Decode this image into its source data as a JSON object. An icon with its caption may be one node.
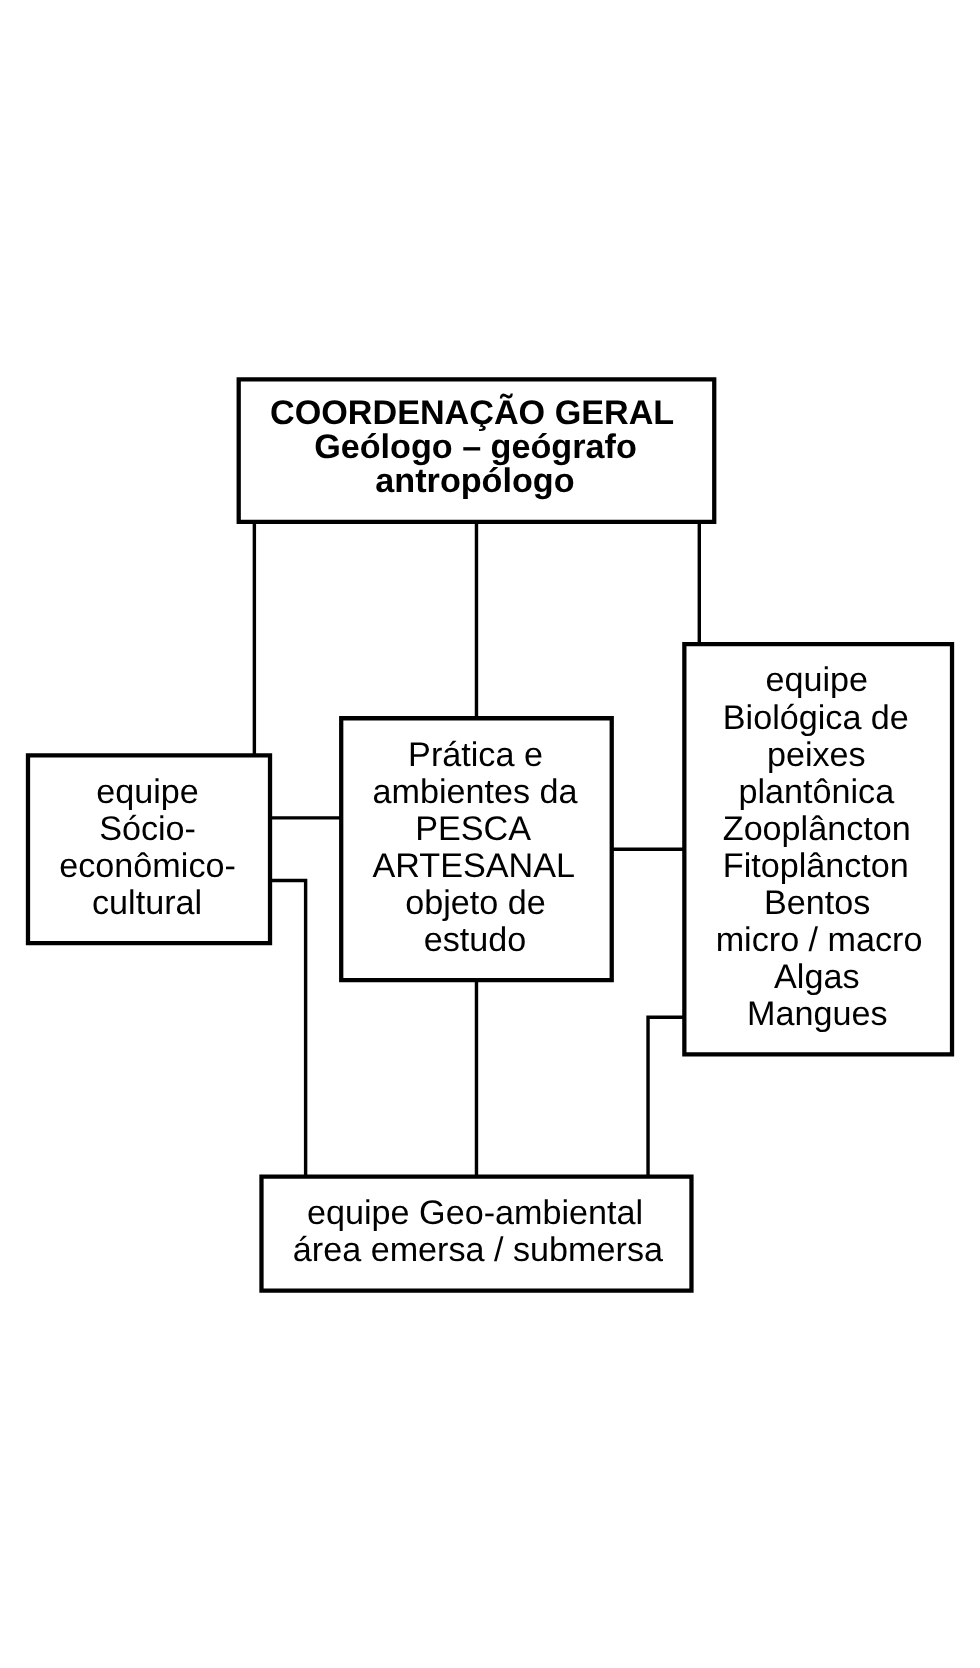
{
  "diagram": {
    "nodes": [
      {
        "text": [
          "COORDENAÇÃO GERAL",
          "Geólogo – geógrafo antropólogo"
        ]
      },
      {
        "text": [
          "equipe Sócio-econômico-cultural"
        ]
      },
      {
        "text": [
          "Prática e ambientes da PESCA ARTESANAL objeto de estudo"
        ]
      },
      {
        "text": [
          "equipe Biológica de peixes",
          "plantônica",
          "Zooplâncton",
          "Fitoplâncton",
          "Bentos",
          "micro / macro",
          "Algas",
          "Mangues"
        ]
      },
      {
        "text": [
          "equipe Geo-ambiental área emersa / submersa"
        ]
      }
    ],
    "edges": [
      {
        "from": 0,
        "to": 1,
        "arrow": "none"
      },
      {
        "from": 0,
        "to": 2,
        "arrow": "none"
      },
      {
        "from": 0,
        "to": 3,
        "arrow": "none"
      },
      {
        "from": 1,
        "to": 2,
        "arrow": "none"
      },
      {
        "from": 2,
        "to": 3,
        "arrow": "none"
      },
      {
        "from": 2,
        "to": 4,
        "arrow": "none"
      },
      {
        "from": 1,
        "to": 4,
        "arrow": "none"
      },
      {
        "from": 3,
        "to": 4,
        "arrow": "none"
      }
    ]
  }
}
